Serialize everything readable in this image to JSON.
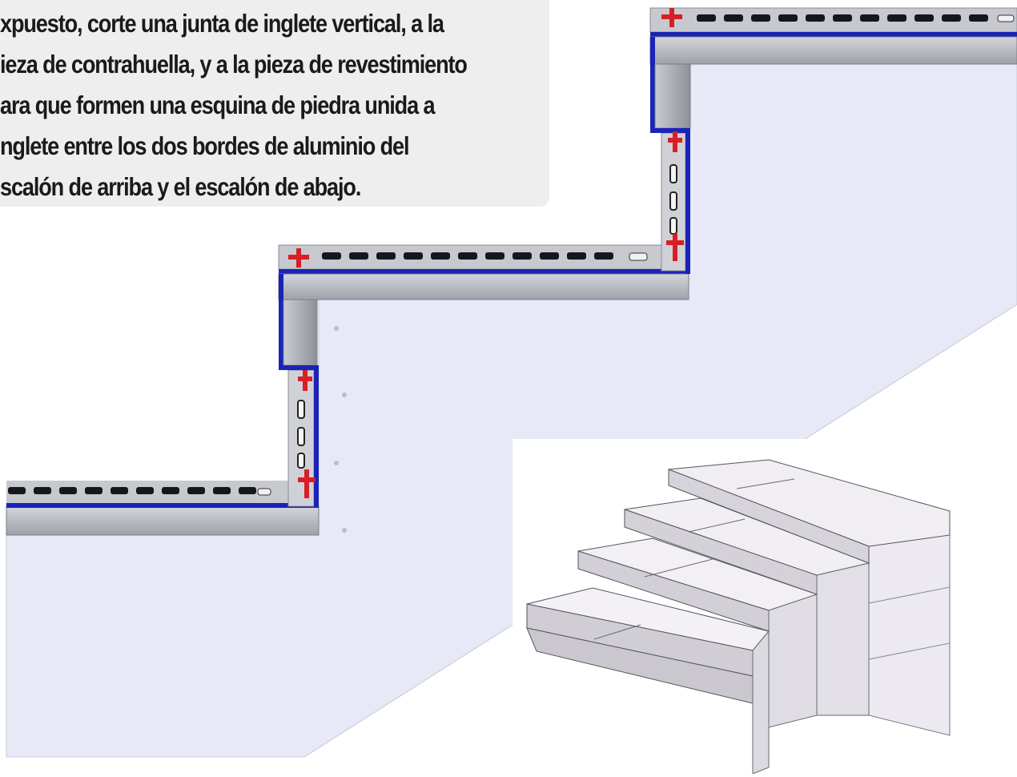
{
  "instruction": {
    "lines": [
      "xpuesto, corte una junta de inglete vertical, a la",
      "ieza de contrahuella, y a la pieza de revestimiento",
      "ara que formen una esquina de piedra unida a",
      "nglete entre los dos bordes de aluminio del",
      "scalón de arriba y el escalón de abajo."
    ]
  },
  "colors": {
    "profile_blue": "#1a23b8",
    "clip_red": "#d81f26",
    "stone_panel": "#e7e8f6",
    "aluminium": "#a9abb2",
    "text_box": "#eeeeee"
  },
  "icons": [
    "stair-profile-diagram",
    "red-clip-icon",
    "stair-render-image"
  ]
}
